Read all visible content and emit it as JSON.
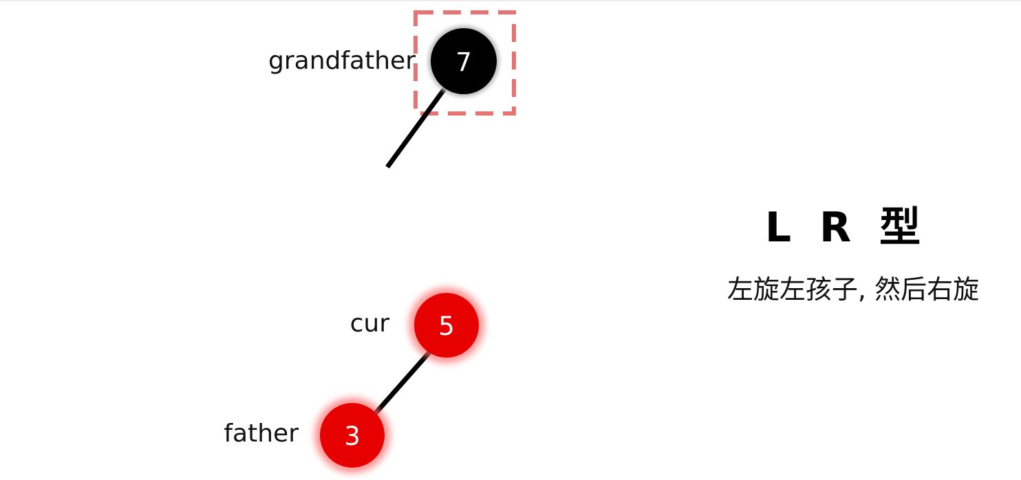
{
  "diagram": {
    "title": "L R 型",
    "subtitle": "左旋左孩子, 然后右旋",
    "colors": {
      "black_node": "#000000",
      "red_node": "#e60000",
      "highlight_box": "#e87373",
      "edge": "#000000",
      "node_text": "#ffffff"
    },
    "nodes": [
      {
        "id": "grandfather",
        "value": "7",
        "role": "grandfather",
        "color": "black",
        "highlighted": true
      },
      {
        "id": "cur",
        "value": "5",
        "role": "cur",
        "color": "red",
        "highlighted": false
      },
      {
        "id": "father",
        "value": "3",
        "role": "father",
        "color": "red",
        "highlighted": false
      }
    ],
    "edges": [
      {
        "from": "grandfather",
        "to": "left-child-stub"
      },
      {
        "from": "cur",
        "to": "father"
      }
    ]
  }
}
